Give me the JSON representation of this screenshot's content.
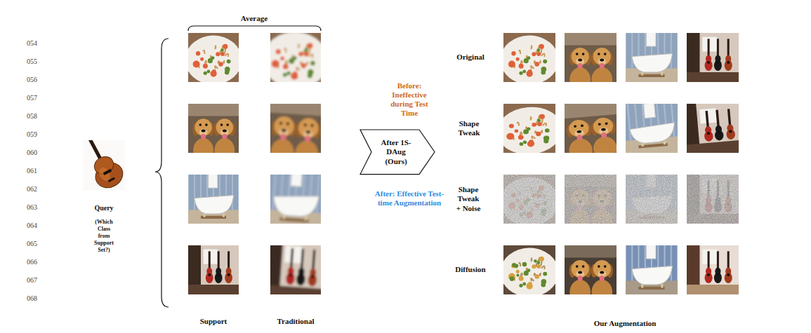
{
  "diagram": {
    "nodes": [
      {
        "text": [
          "After 1S-DAug (Ours)"
        ]
      }
    ],
    "labels": [
      "054",
      "055",
      "056",
      "057",
      "058",
      "059",
      "060",
      "061",
      "062",
      "063",
      "064",
      "065",
      "066",
      "067",
      "068",
      "Average",
      "Query",
      "(Which Class from Support Set?)",
      "Support",
      "Traditional",
      "Before: Ineffective during Test Time",
      "After: Effective Test-time Augmentation",
      "Original",
      "Shape Tweak",
      "Shape Tweak + Noise",
      "Diffusion",
      "Our Augmentation"
    ]
  }
}
